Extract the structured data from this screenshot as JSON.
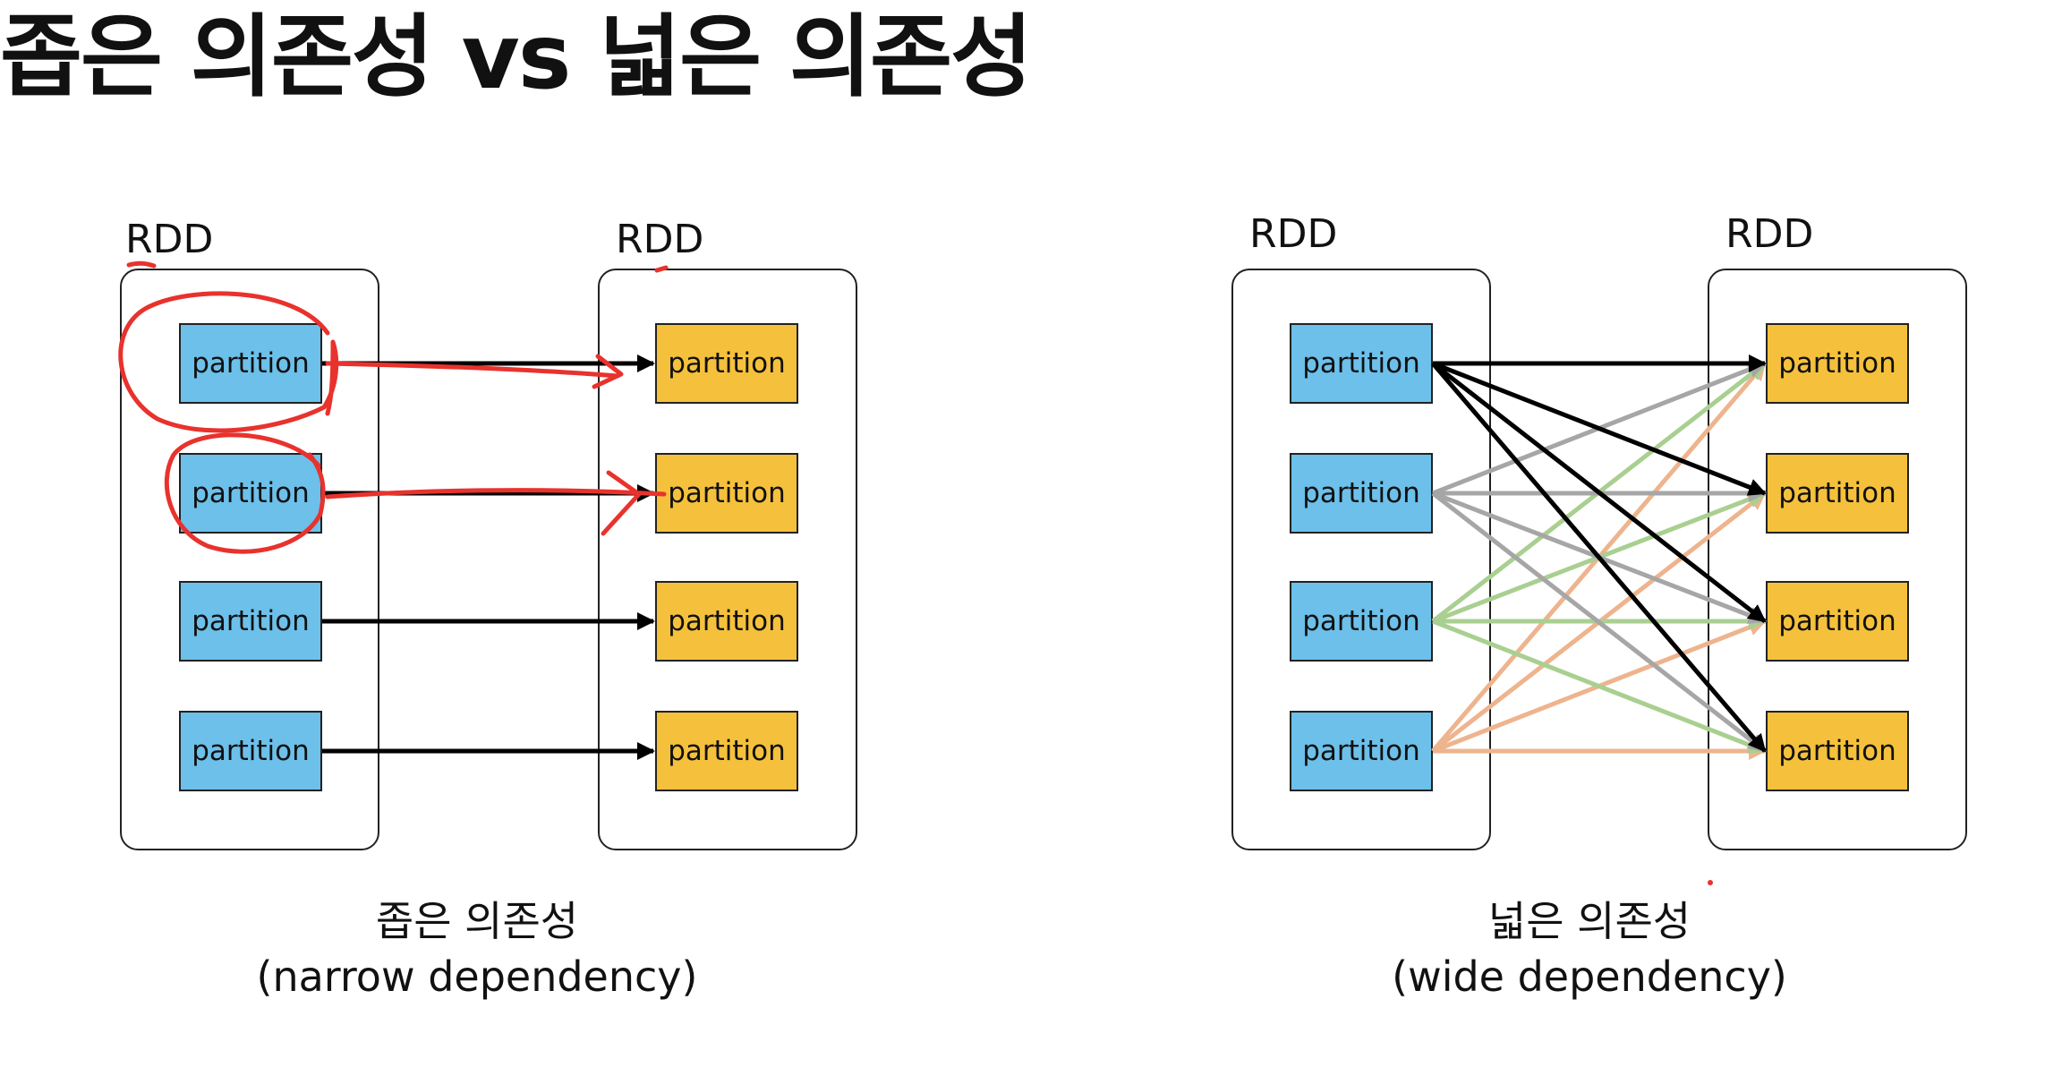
{
  "title": "좁은 의존성 vs 넓은 의존성",
  "narrow": {
    "source_label": "RDD",
    "target_label": "RDD",
    "source_partitions": [
      "partition",
      "partition",
      "partition",
      "partition"
    ],
    "target_partitions": [
      "partition",
      "partition",
      "partition",
      "partition"
    ],
    "caption_ko": "좁은 의존성",
    "caption_en": "(narrow dependency)"
  },
  "wide": {
    "source_label": "RDD",
    "target_label": "RDD",
    "source_partitions": [
      "partition",
      "partition",
      "partition",
      "partition"
    ],
    "target_partitions": [
      "partition",
      "partition",
      "partition",
      "partition"
    ],
    "caption_ko": "넓은 의존성",
    "caption_en": "(wide dependency)"
  },
  "colors": {
    "source_partition": "#6cc0ea",
    "target_partition": "#f5c13c",
    "arrow_row_1": "#000000",
    "arrow_row_2": "#a6a6a6",
    "arrow_row_3": "#a9cf91",
    "arrow_row_4": "#eeb48e",
    "annotation": "#e8322d"
  }
}
